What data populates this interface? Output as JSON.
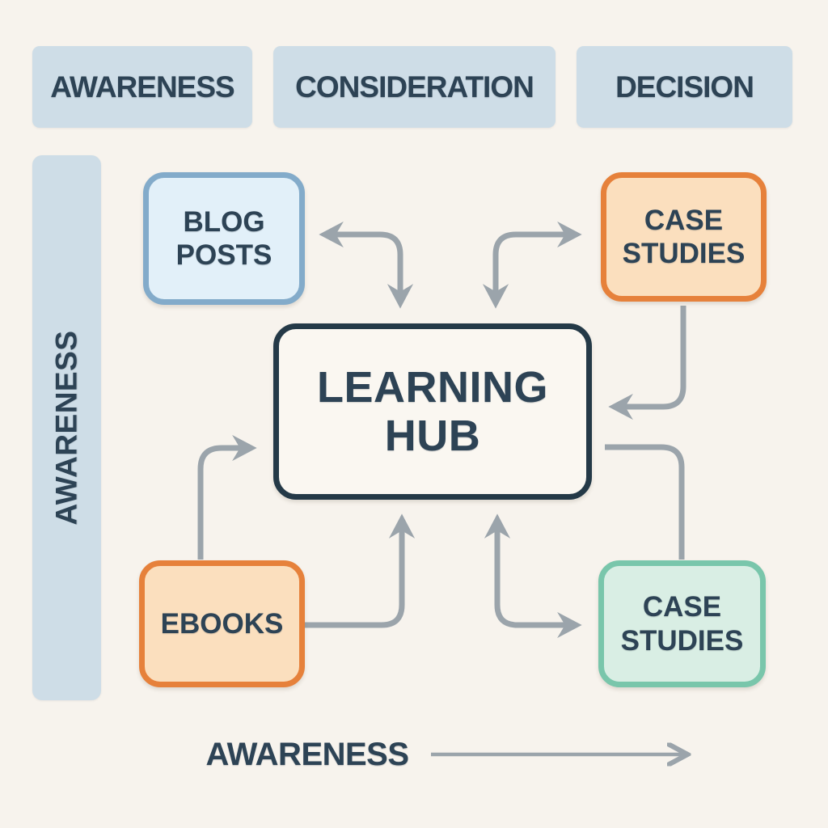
{
  "stage_header": {
    "stages": [
      {
        "label": "AWARENESS"
      },
      {
        "label": "CONSIDERATION"
      },
      {
        "label": "DECISION"
      }
    ]
  },
  "side_rail": {
    "label": "AWARENESS"
  },
  "hub": {
    "label": "LEARNING\nHUB"
  },
  "nodes": [
    {
      "id": "blog-posts",
      "label": "BLOG\nPOSTS",
      "color": "blue"
    },
    {
      "id": "case-studies-top",
      "label": "CASE\nSTUDIES",
      "color": "orange"
    },
    {
      "id": "ebooks",
      "label": "EBOOKS",
      "color": "orange"
    },
    {
      "id": "case-studies-bottom",
      "label": "CASE\nSTUDIES",
      "color": "green"
    }
  ],
  "footer": {
    "label": "AWARENESS",
    "arrow_direction": "right"
  },
  "connections": [
    {
      "id": "hub-blog-posts",
      "from": "learning-hub",
      "to": "blog-posts",
      "arrowheads": "both"
    },
    {
      "id": "hub-case-studies-top",
      "from": "learning-hub",
      "to": "case-studies-top",
      "arrowheads": "both"
    },
    {
      "id": "case-studies-top-hub",
      "from": "case-studies-top",
      "to": "learning-hub",
      "arrowheads": "end"
    },
    {
      "id": "hub-case-studies-bottom-connector",
      "from": "learning-hub",
      "to": "case-studies-bottom",
      "arrowheads": "none"
    },
    {
      "id": "ebooks-hub-left",
      "from": "ebooks",
      "to": "learning-hub",
      "arrowheads": "end"
    },
    {
      "id": "ebooks-hub-bottom",
      "from": "ebooks",
      "to": "learning-hub",
      "arrowheads": "end"
    },
    {
      "id": "hub-case-studies-bottom",
      "from": "learning-hub",
      "to": "case-studies-bottom",
      "arrowheads": "both"
    },
    {
      "id": "footer-awareness-arrow",
      "from": "awareness-label",
      "to": "right",
      "arrowheads": "end"
    }
  ],
  "theme": {
    "background": "#f7f3ed",
    "stage_fill": "#cedde7",
    "text_dark": "#2d4355",
    "arrow": "#9ba4ab",
    "hub_border": "#243947",
    "hub_fill": "#faf7f1",
    "blue_border": "#83abca",
    "blue_fill": "#e2f0f9",
    "orange_border": "#e6813b",
    "orange_fill": "#fbdfbe",
    "green_border": "#79c6ab",
    "green_fill": "#d9eee4"
  }
}
